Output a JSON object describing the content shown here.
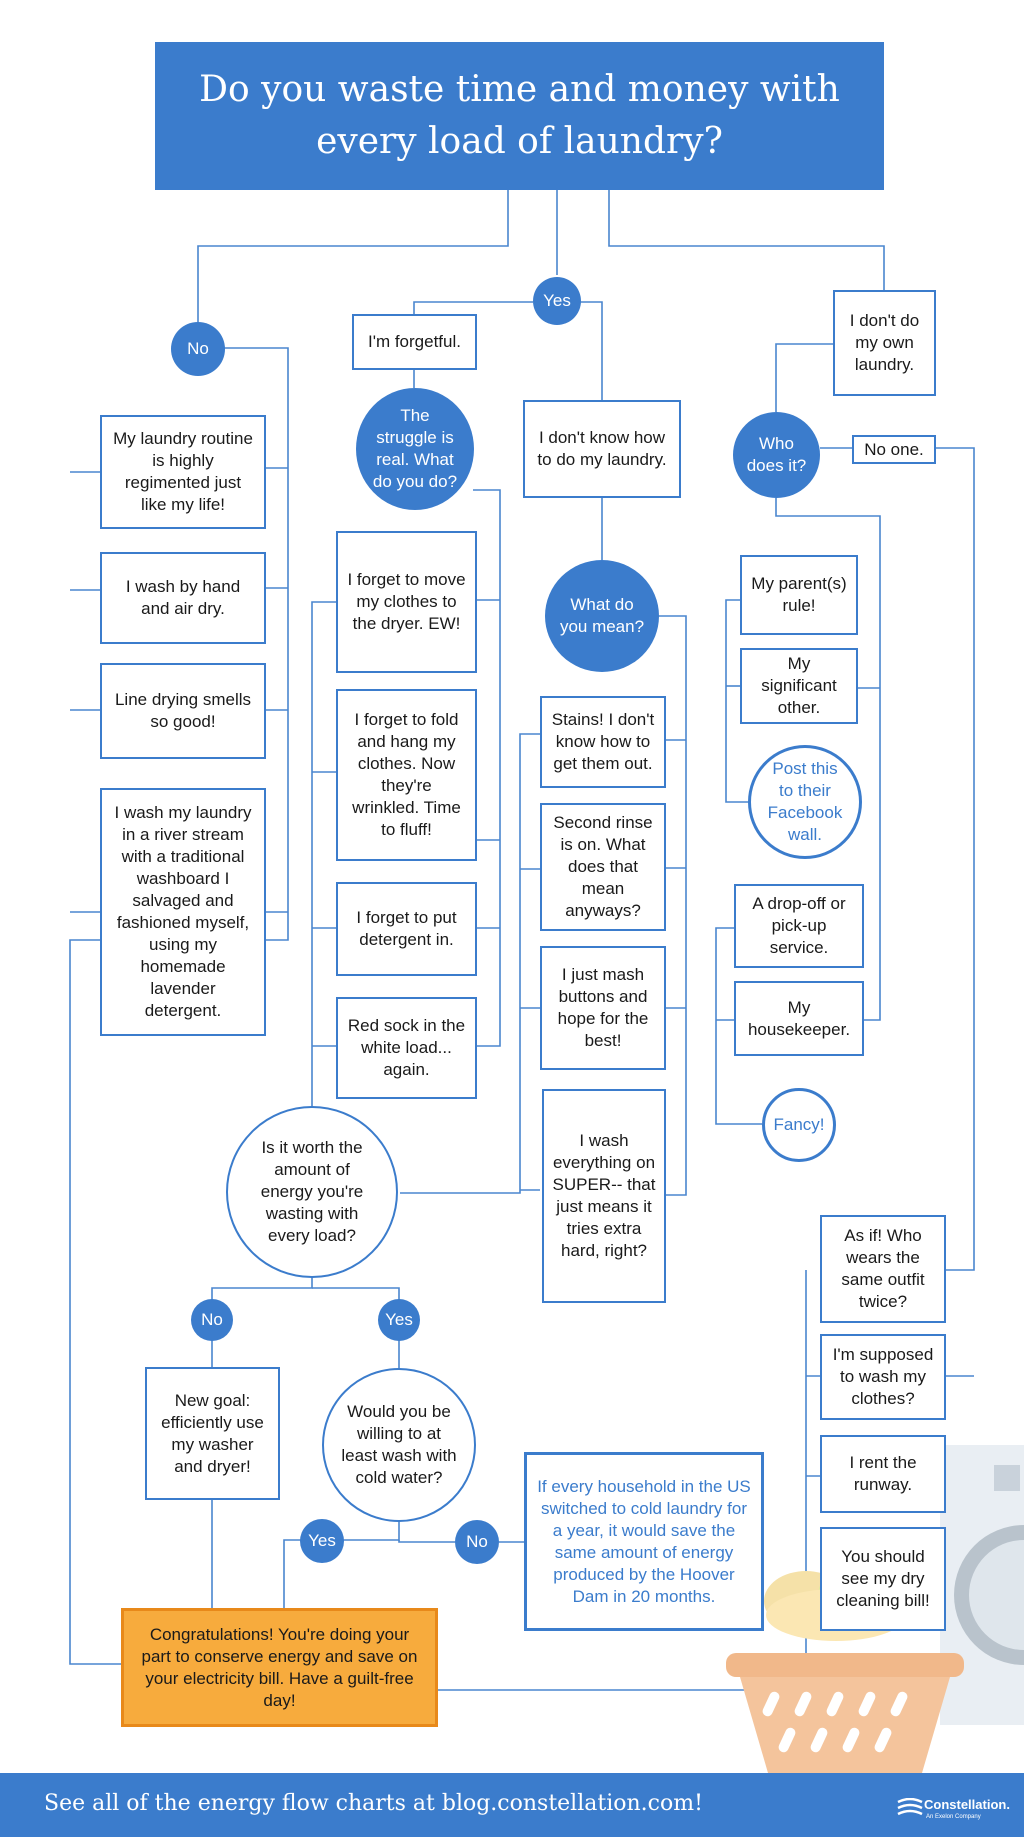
{
  "title": "Do you waste time and money with every load of laundry?",
  "branches": {
    "no": "No",
    "yes": "Yes",
    "dont_do": "I don't do my own laundry."
  },
  "no_branch": [
    "My laundry routine is highly regimented just like my life!",
    "I wash by hand and air dry.",
    "Line drying smells so good!",
    "I wash my laundry in a river stream with a traditional washboard I salvaged and fashioned myself, using my homemade lavender detergent."
  ],
  "yes_branch": {
    "forgetful": "I'm forgetful.",
    "struggle": "The struggle is real. What do you do?",
    "forgetful_items": [
      "I forget to move my clothes to the dryer. EW!",
      "I forget to fold and hang my clothes. Now they're wrinkled. Time to fluff!",
      "I forget to put detergent in.",
      "Red sock in the white load... again."
    ],
    "dont_know": "I don't know how to do my laundry.",
    "what_mean": "What do you mean?",
    "dont_know_items": [
      "Stains! I don't know how to get them out.",
      "Second rinse is on. What does that mean anyways?",
      "I just mash buttons and hope for the best!",
      "I wash everything on SUPER-- that just means it tries extra hard, right?"
    ]
  },
  "other_branch": {
    "who": "Who does it?",
    "no_one": "No one.",
    "people": [
      "My parent(s) rule!",
      "My significant other."
    ],
    "post": "Post this to their Facebook wall.",
    "services": [
      "A drop-off or pick-up service.",
      "My housekeeper."
    ],
    "fancy": "Fancy!",
    "no_one_items": [
      "As if! Who wears the same outfit twice?",
      "I'm supposed to wash my clothes?",
      "I rent the runway.",
      "You should see my dry cleaning bill!"
    ]
  },
  "worth": "Is it worth the amount of energy you're wasting with every load?",
  "worth_no": "No",
  "worth_yes": "Yes",
  "new_goal": "New goal: efficiently use my washer and dryer!",
  "cold": "Would you be willing to at least wash with cold water?",
  "cold_yes": "Yes",
  "cold_no": "No",
  "fact": "If every household in the US switched to cold laundry for a year, it would save the same amount of energy produced by the Hoover Dam in 20 months.",
  "congrats": "Congratulations! You're doing your part to conserve energy and save on your electricity bill. Have a guilt-free day!",
  "footer": "See all of the energy flow charts at blog.constellation.com!",
  "brand": {
    "name": "Constellation.",
    "tagline": "An Exelon Company"
  },
  "colors": {
    "blue": "#3b7ccc",
    "orange": "#f7ab3d",
    "orange_border": "#e8891a",
    "line": "#4a86cf"
  },
  "icons": [
    "laundry-basket-icon",
    "washing-machine-icon",
    "constellation-logo-icon"
  ]
}
